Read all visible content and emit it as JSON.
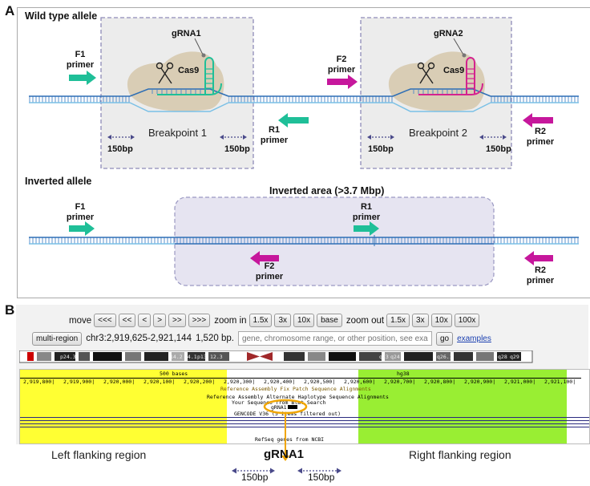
{
  "panel_a": {
    "letter": "A",
    "wild_type_title": "Wild type allele",
    "inverted_title": "Inverted allele",
    "inverted_area_label": "Inverted area (>3.7 Mbp)",
    "grna1": "gRNA1",
    "grna2": "gRNA2",
    "cas9": "Cas9",
    "breakpoint1": "Breakpoint 1",
    "breakpoint2": "Breakpoint 2",
    "bp150": "150bp",
    "primer_word": "primer",
    "f1": "F1",
    "f2": "F2",
    "r1": "R1",
    "r2": "R2",
    "colors": {
      "forward": "#1fbf98",
      "reverse": "#c6179c",
      "dna": "#2f6fb5",
      "box": "#8e8bb8"
    }
  },
  "panel_b": {
    "letter": "B",
    "move_label": "move",
    "move_buttons": [
      "<<<",
      "<<",
      "<",
      ">",
      ">>",
      ">>>"
    ],
    "zoom_in_label": "zoom in",
    "zoom_in_buttons": [
      "1.5x",
      "3x",
      "10x",
      "base"
    ],
    "zoom_out_label": "zoom out",
    "zoom_out_buttons": [
      "1.5x",
      "3x",
      "10x",
      "100x"
    ],
    "multi_region": "multi-region",
    "position": "chr3:2,919,625-2,921,144",
    "size": "1,520 bp.",
    "search_placeholder": "gene, chromosome range, or other position, see examp",
    "go": "go",
    "examples": "examples",
    "ideogram_bands": [
      "p24.3",
      "14.2",
      "14.1",
      "p13",
      "12.3",
      "q23",
      "q24",
      "q26.1",
      "q28",
      "q29"
    ],
    "scale_text": "500 bases",
    "assembly": "hg38",
    "ruler_ticks": [
      "2,919,800|",
      "2,919,900|",
      "2,920,000|",
      "2,920,100|",
      "2,920,200|",
      "2,920,300|",
      "2,920,400|",
      "2,920,500|",
      "2,920,600|",
      "2,920,700|",
      "2,920,800|",
      "2,920,900|",
      "2,921,000|",
      "2,921,100|"
    ],
    "track_fix_patch": "Reference Assembly Fix Patch Sequence Alignments",
    "track_alt_haplo": "Reference Assembly Alternate Haplotype Sequence Alignments",
    "track_blat": "Your Sequence from Blat Search",
    "blat_item": "gRNA1",
    "track_gencode": "GENCODE V36 (5 items filtered out)",
    "track_refseq": "RefSeq genes from NCBI",
    "left_flank": "Left flanking region",
    "right_flank": "Right flanking region",
    "grna_label": "gRNA1",
    "bp150": "150bp",
    "colors": {
      "left": "#ffff33",
      "right": "#99ee33",
      "highlight": "#f0a500"
    }
  }
}
